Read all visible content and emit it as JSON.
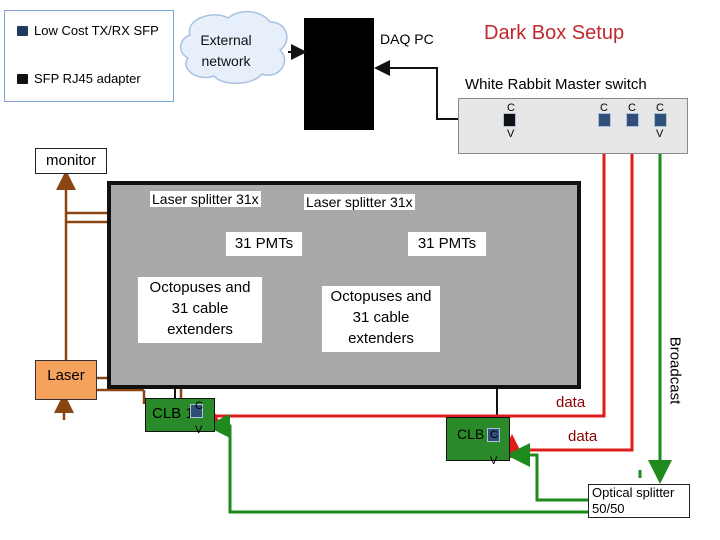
{
  "title": "Dark Box Setup",
  "legend": {
    "items": [
      {
        "label": "Low Cost TX/RX SFP",
        "icon": "sfp-port-icon"
      },
      {
        "label": "SFP RJ45 adapter",
        "icon": "rj45-adapter-icon"
      }
    ]
  },
  "cloud": {
    "label_line1": "External",
    "label_line2": "network"
  },
  "daq_pc": {
    "label": "DAQ PC"
  },
  "wr_switch": {
    "label": "White Rabbit Master  switch"
  },
  "monitor": {
    "label": "monitor"
  },
  "laser": {
    "label": "Laser"
  },
  "dark_box": {
    "splitter_left": "Laser splitter 31x",
    "splitter_right": "Laser splitter 31x",
    "pmts_left": "31 PMTs",
    "pmts_right": "31 PMTs",
    "octopus_left": [
      "Octopuses and",
      "31 cable",
      "extenders"
    ],
    "octopus_right": [
      "Octopuses and",
      "31 cable",
      "extenders"
    ]
  },
  "clb1": {
    "label": "CLB 1"
  },
  "clb2": {
    "label": "CLB 2"
  },
  "port_glyph": {
    "top": "C",
    "bottom": "V"
  },
  "data_label_1": "data",
  "data_label_2": "data",
  "broadcast": "Broadcast",
  "optical_splitter": {
    "line1": "Optical splitter",
    "line2": "50/50"
  },
  "colors": {
    "brown": "#8b4513",
    "red": "#e01b1b",
    "green": "#1e8a1e",
    "black": "#111111",
    "port": "#2f4f78"
  }
}
